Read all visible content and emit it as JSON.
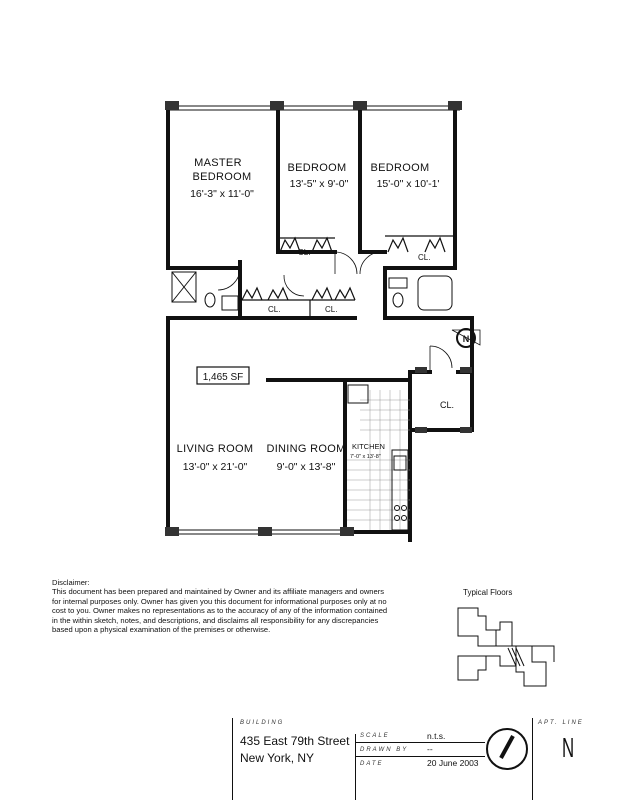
{
  "plan": {
    "rooms": {
      "master_bedroom": {
        "name_line1": "MASTER",
        "name_line2": "BEDROOM",
        "dims": "16'-3\" x 11'-0\""
      },
      "bedroom_2": {
        "name": "BEDROOM",
        "dims": "13'-5\" x 9'-0\""
      },
      "bedroom_3": {
        "name": "BEDROOM",
        "dims": "15'-0\" x 10'-1'"
      },
      "living_room": {
        "name": "LIVING ROOM",
        "dims": "13'-0\" x 21'-0\""
      },
      "dining_room": {
        "name": "DINING ROOM",
        "dims": "9'-0\" x 13'-8\""
      },
      "kitchen": {
        "name": "KITCHEN",
        "dims": "7'-0\" x 13'-8\""
      }
    },
    "closet_label": "CL.",
    "area": "1,465 SF",
    "north_marker": "N"
  },
  "disclaimer": {
    "heading": "Disclaimer:",
    "body": "This document has been prepared and maintained by Owner and its affiliate managers and owners for internal purposes only.  Owner has given you this document for informational purposes only at no cost to you.  Owner makes no representations as to the accuracy of any of the information contained in the within sketch, notes, and descriptions, and disclaims all responsibility for any discrepancies based upon a physical examination of the premises or otherwise."
  },
  "typical_floors": {
    "label": "Typical Floors"
  },
  "title_block": {
    "building_label": "BUILDING",
    "address_line1": "435 East 79th Street",
    "address_line2": "New York, NY",
    "scale_label": "SCALE",
    "scale_value": "n.t.s.",
    "drawn_by_label": "DRAWN BY",
    "drawn_by_value": "--",
    "date_label": "DATE",
    "date_value": "20 June 2003",
    "apt_line_label": "APT. LINE",
    "apt_line_value": "N"
  }
}
